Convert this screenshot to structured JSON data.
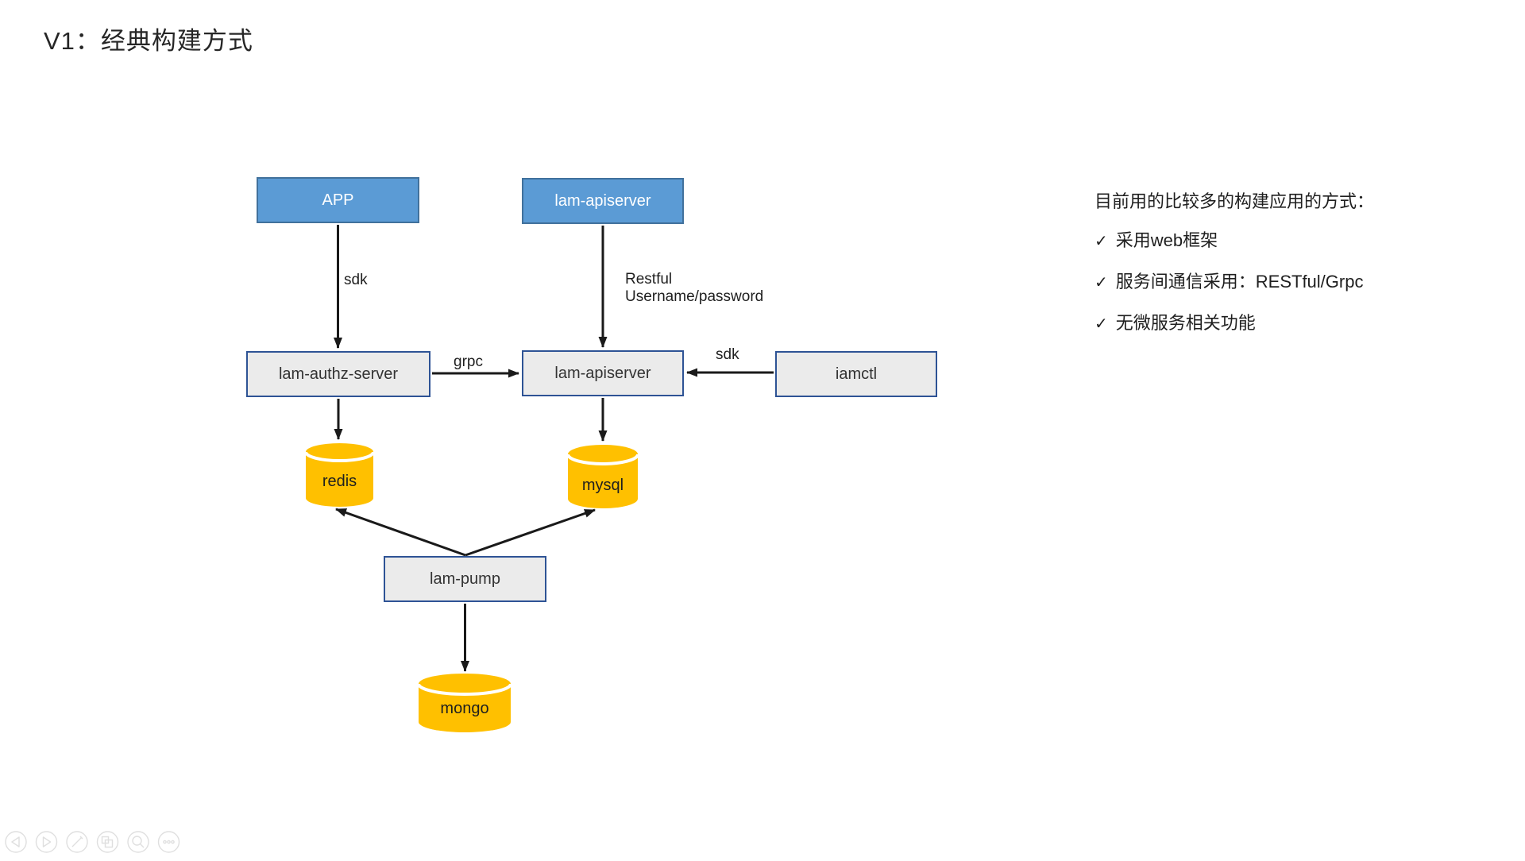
{
  "title": "V1：经典构建方式",
  "diagram": {
    "nodes": {
      "app": {
        "label": "APP"
      },
      "apiserver_top": {
        "label": "lam-apiserver"
      },
      "authz": {
        "label": "lam-authz-server"
      },
      "apiserver_mid": {
        "label": "lam-apiserver"
      },
      "iamctl": {
        "label": "iamctl"
      },
      "pump": {
        "label": "lam-pump"
      },
      "redis": {
        "label": "redis"
      },
      "mysql": {
        "label": "mysql"
      },
      "mongo": {
        "label": "mongo"
      }
    },
    "edges": {
      "app_to_authz": {
        "label": "sdk"
      },
      "apiserver_vertical": {
        "line1": "Restful",
        "line2": "Username/password"
      },
      "authz_to_apiserver": {
        "label": "grpc"
      },
      "iamctl_to_apiserver": {
        "label": "sdk"
      }
    }
  },
  "notes": {
    "heading": "目前用的比较多的构建应用的方式：",
    "items": [
      {
        "bullet": "✓",
        "text": "采用web框架"
      },
      {
        "bullet": "✓",
        "text": "服务间通信采用：RESTful/Grpc"
      },
      {
        "bullet": "✓",
        "text": "无微服务相关功能"
      }
    ]
  },
  "toolbar": {
    "icons": [
      "previous-slide",
      "next-slide",
      "pen",
      "slide-panel",
      "zoom",
      "more"
    ]
  },
  "colors": {
    "node_primary": "#5B9BD5",
    "node_primary_border": "#41719C",
    "node_secondary": "#EBEBEB",
    "node_secondary_border": "#2E5395",
    "database": "#FFC000",
    "arrow": "#1A1A1A",
    "title_text": "#262626"
  }
}
